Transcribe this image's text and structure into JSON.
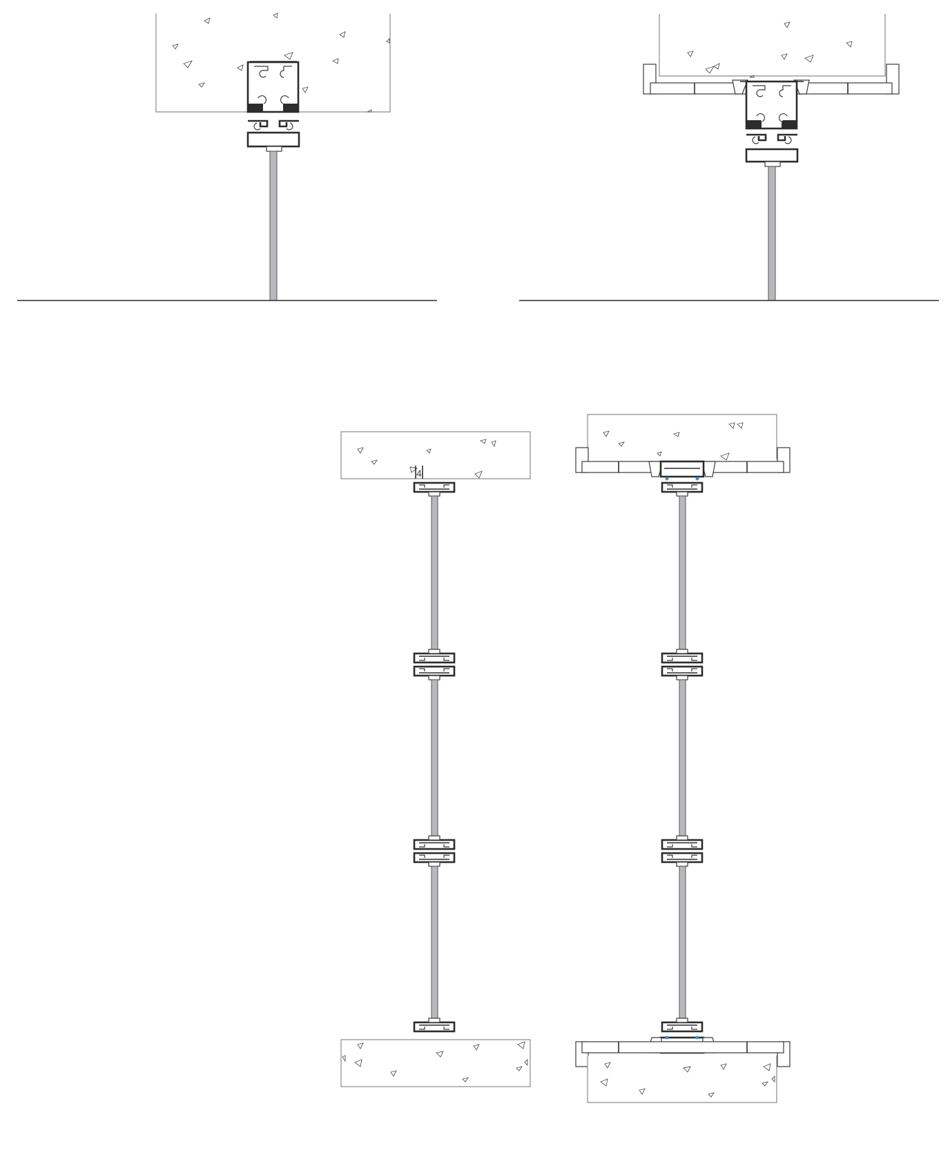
{
  "drawing": {
    "annotations": {
      "dimension_mark": "4"
    },
    "colors": {
      "line": "#2c2c2c",
      "glass": "#b9b9bd",
      "concrete_edge": "#8a8a8a",
      "sealant_accent": "#3f8fd2"
    },
    "details": [
      {
        "id": "ceiling-track-direct"
      },
      {
        "id": "ceiling-track-bulkhead"
      },
      {
        "id": "elevation-direct-fix"
      },
      {
        "id": "elevation-bulkhead-fix"
      }
    ]
  }
}
